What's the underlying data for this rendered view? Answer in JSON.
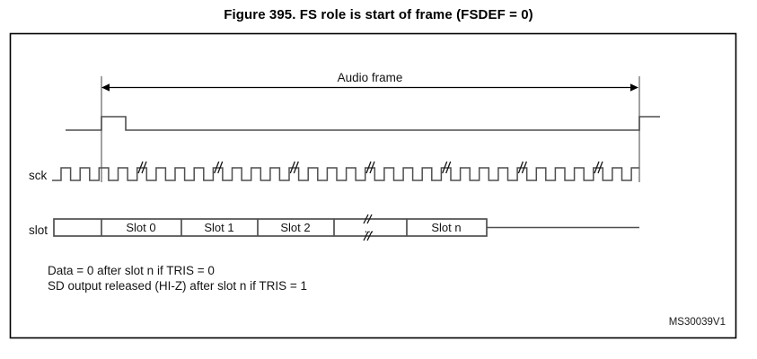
{
  "figure": {
    "title": "Figure 395. FS role is start of frame (FSDEF = 0)",
    "watermark": "MS30039V1"
  },
  "diagram": {
    "frame_label": "Audio frame",
    "signal_labels": {
      "clock": "sck",
      "slot": "slot"
    },
    "slots": [
      "Slot 0",
      "Slot 1",
      "Slot 2",
      "...",
      "Slot n"
    ],
    "notes": [
      "Data = 0 after slot n if TRIS = 0",
      "SD output released (HI-Z) after slot n if TRIS = 1"
    ],
    "colors": {
      "waveform_gray": "#4f4f4f",
      "ink_black": "#111111"
    }
  }
}
